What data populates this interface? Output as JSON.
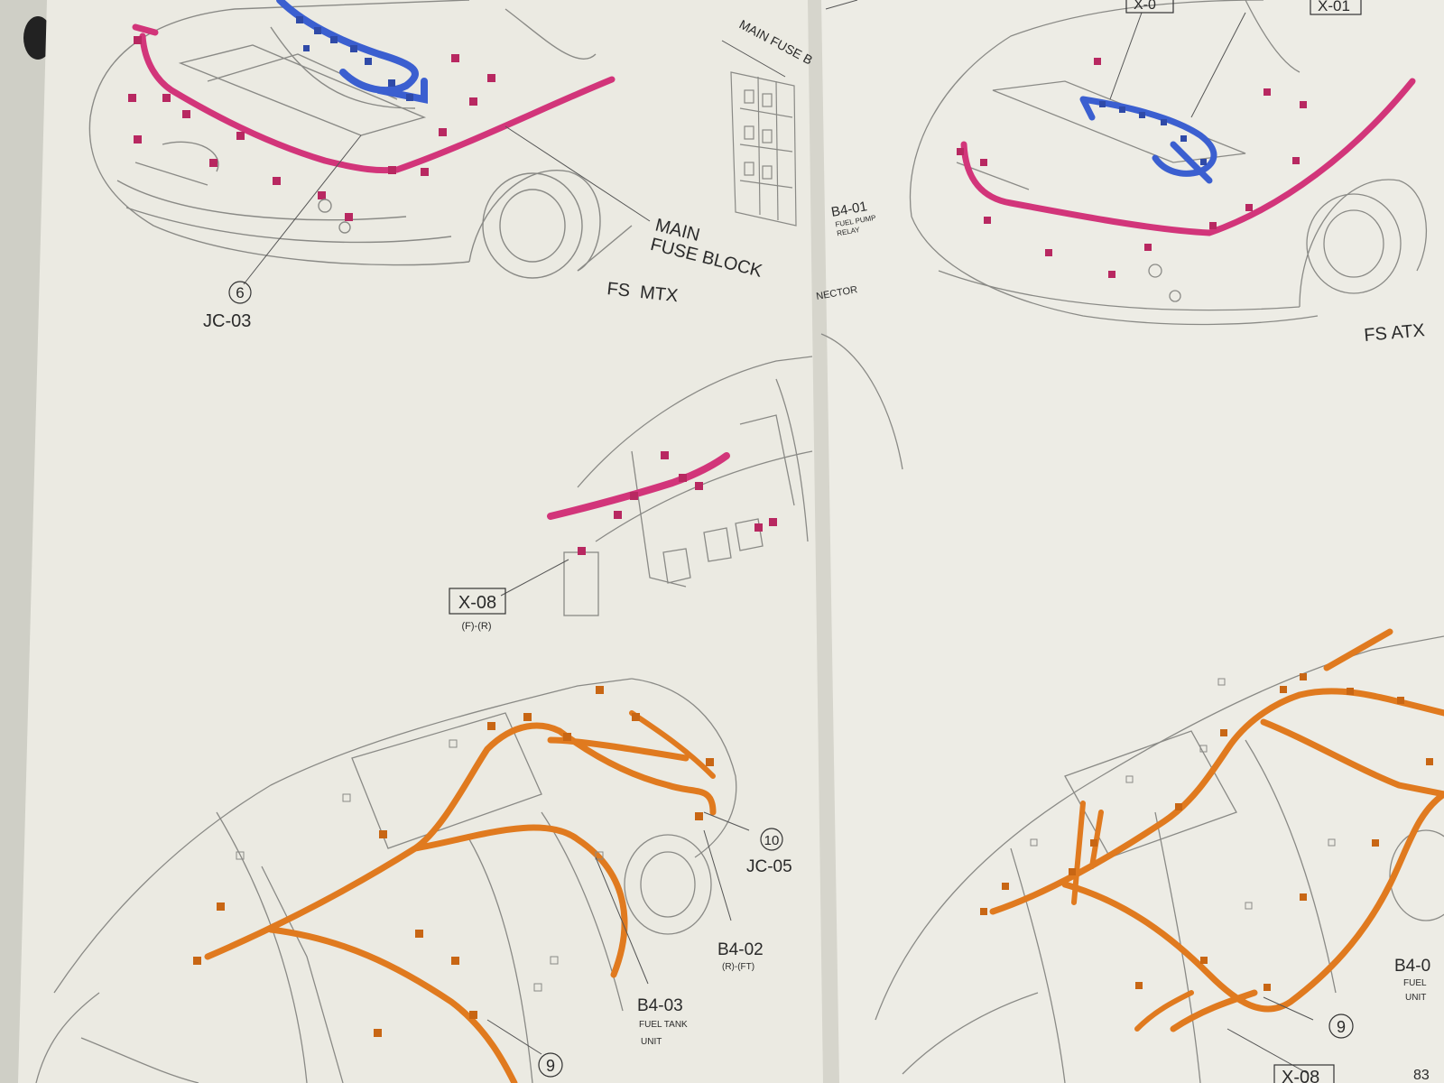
{
  "colors": {
    "page": "#ebeae2",
    "engine_harness": "#d2357a",
    "emission_harness": "#3b5fd0",
    "rear_harness": "#e07a1f",
    "line_art": "#8a8a86"
  },
  "left_page": {
    "callout_6": {
      "number": "6",
      "code": "JC-03"
    },
    "main_fuse_block": "MAIN\nFUSE BLOCK",
    "main_fuse_top": "MAIN FUSE B",
    "variant": "FS  MTX",
    "b4_01": {
      "code": "B4-01",
      "desc1": "FUEL PUMP",
      "desc2": "RELAY"
    },
    "connector_text": "NECTOR",
    "x_08": {
      "code": "X-08",
      "sub": "(F)-(R)"
    },
    "callout_10": {
      "number": "10",
      "code": "JC-05"
    },
    "b4_02": {
      "code": "B4-02",
      "sub": "(R)-(FT)"
    },
    "b4_03": {
      "code": "B4-03",
      "desc1": "FUEL TANK",
      "desc2": "UNIT"
    },
    "callout_9": {
      "number": "9"
    }
  },
  "right_page": {
    "tag_left": "X-0",
    "tag_right": "X-01",
    "variant": "FS ATX",
    "b4_partial": {
      "code": "B4-0",
      "desc1": "FUEL",
      "desc2": "UNIT"
    },
    "callout_9": {
      "number": "9"
    },
    "x_08_partial": "X-08",
    "page_number": "83"
  }
}
